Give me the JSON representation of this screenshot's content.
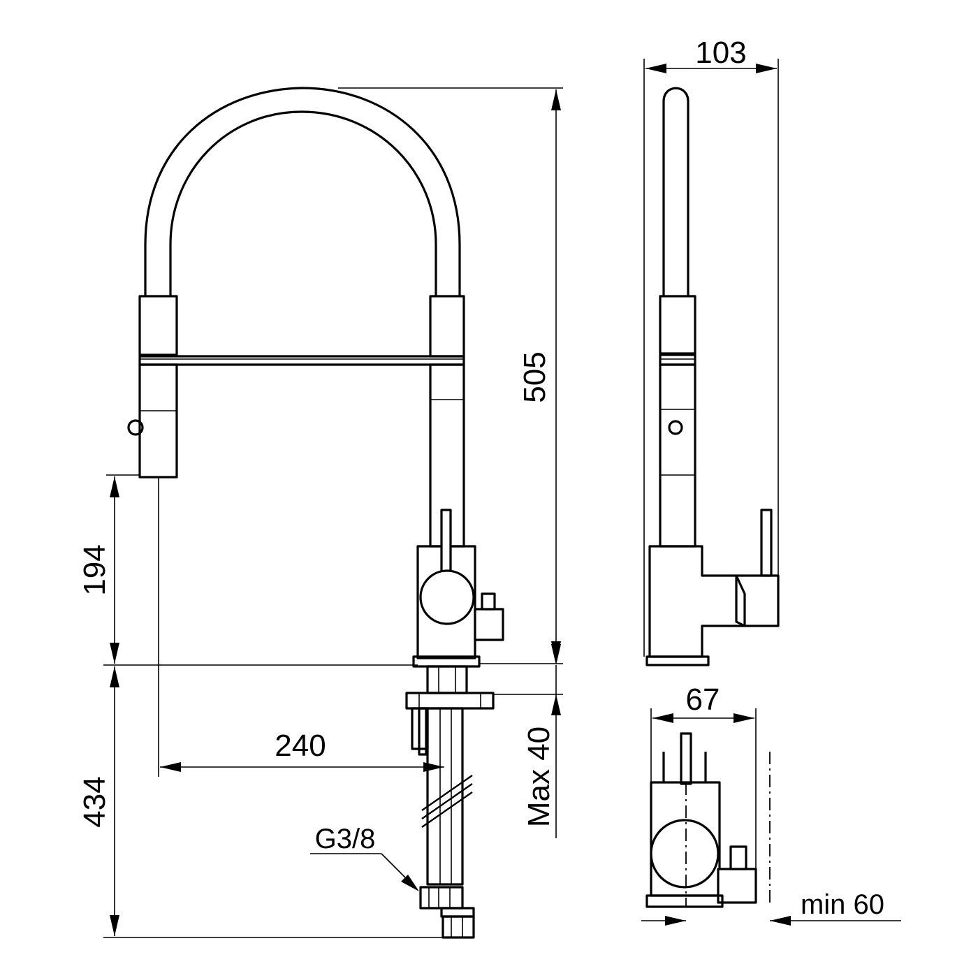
{
  "dimensions": {
    "height_total": "505",
    "width_side": "103",
    "height_spout": "194",
    "reach": "240",
    "height_below": "434",
    "deck_max": "Max 40",
    "width_base": "67",
    "min_clearance": "min 60",
    "thread": "G3/8"
  },
  "line_color": "#000000",
  "background": "#ffffff"
}
